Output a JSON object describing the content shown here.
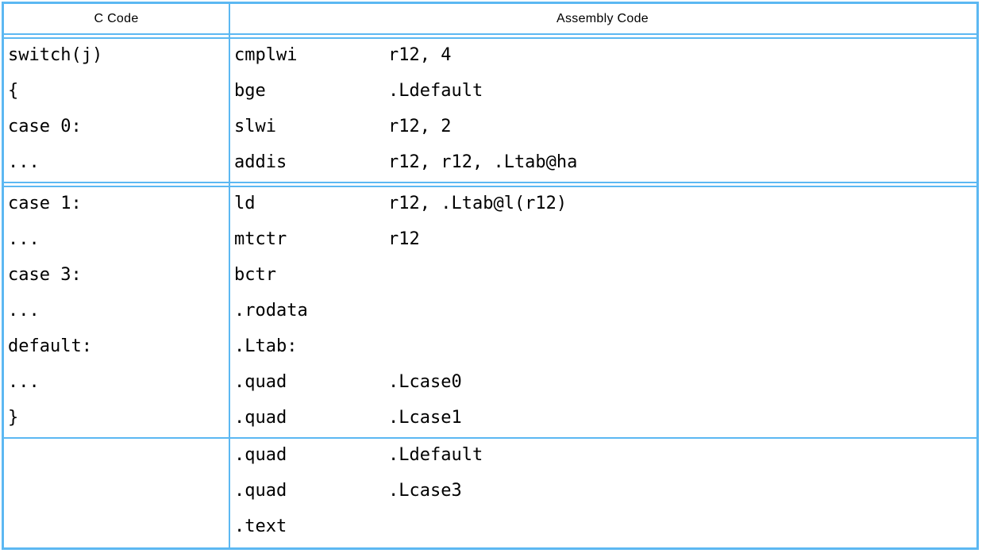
{
  "table": {
    "border_color": "#5cb8f2",
    "text_color": "#000000",
    "header": {
      "c_column_label": "C Code",
      "assembly_column_label": "Assembly Code"
    },
    "sections": [
      {
        "c_lines": [
          "switch(j)",
          "{",
          "case 0:",
          "..."
        ],
        "asm_lines": [
          {
            "mnemonic": "cmplwi",
            "operands": "r12, 4"
          },
          {
            "mnemonic": "bge",
            "operands": ".Ldefault"
          },
          {
            "mnemonic": "slwi",
            "operands": "r12, 2"
          },
          {
            "mnemonic": "addis",
            "operands": "r12, r12, .Ltab@ha"
          }
        ],
        "separator_after": "double"
      },
      {
        "c_lines": [
          "case 1:",
          "...",
          "case 3:",
          "...",
          "default:",
          "...",
          "}"
        ],
        "asm_lines": [
          {
            "mnemonic": "ld",
            "operands": "r12, .Ltab@l(r12)"
          },
          {
            "mnemonic": "mtctr",
            "operands": "r12"
          },
          {
            "mnemonic": "bctr",
            "operands": ""
          },
          {
            "mnemonic": ".rodata",
            "operands": ""
          },
          {
            "mnemonic": ".Ltab:",
            "operands": ""
          },
          {
            "mnemonic": ".quad",
            "operands": ".Lcase0"
          },
          {
            "mnemonic": ".quad",
            "operands": ".Lcase1"
          }
        ],
        "separator_after": "single"
      },
      {
        "c_lines": [],
        "asm_lines": [
          {
            "mnemonic": ".quad",
            "operands": ".Ldefault"
          },
          {
            "mnemonic": ".quad",
            "operands": ".Lcase3"
          },
          {
            "mnemonic": ".text",
            "operands": ""
          }
        ],
        "separator_after": "none"
      }
    ]
  }
}
